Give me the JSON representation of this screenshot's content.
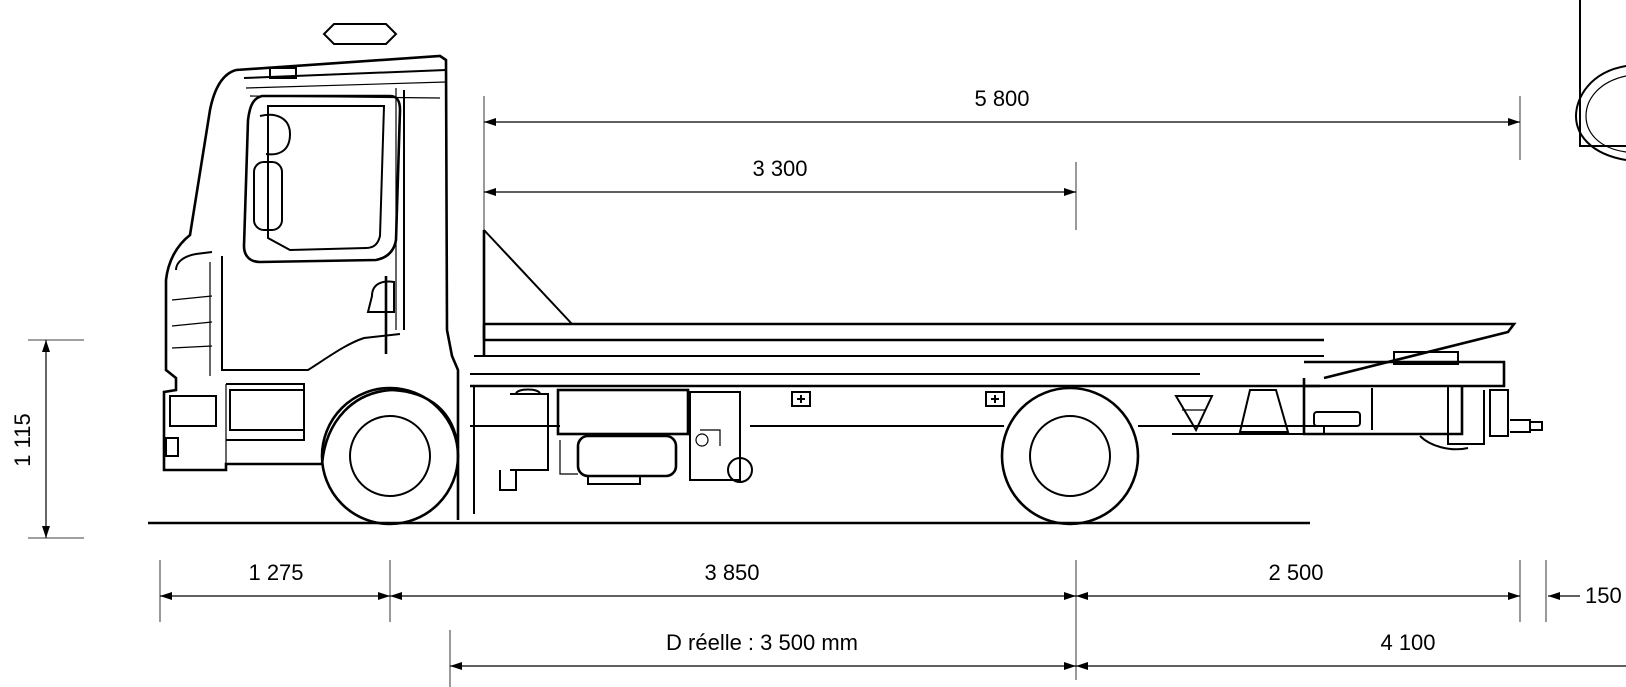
{
  "dimensions": {
    "overall_length_top": "5 800",
    "body_to_mid": "3 300",
    "front_overhang": "1 275",
    "wheelbase": "3 850",
    "rear_overhang": "2 500",
    "extra_right": "150",
    "effective_wheelbase": "D réelle : 3 500 mm",
    "rear_length": "4 100",
    "chassis_height": "1 115"
  },
  "colors": {
    "line": "#000000",
    "background": "#ffffff"
  }
}
